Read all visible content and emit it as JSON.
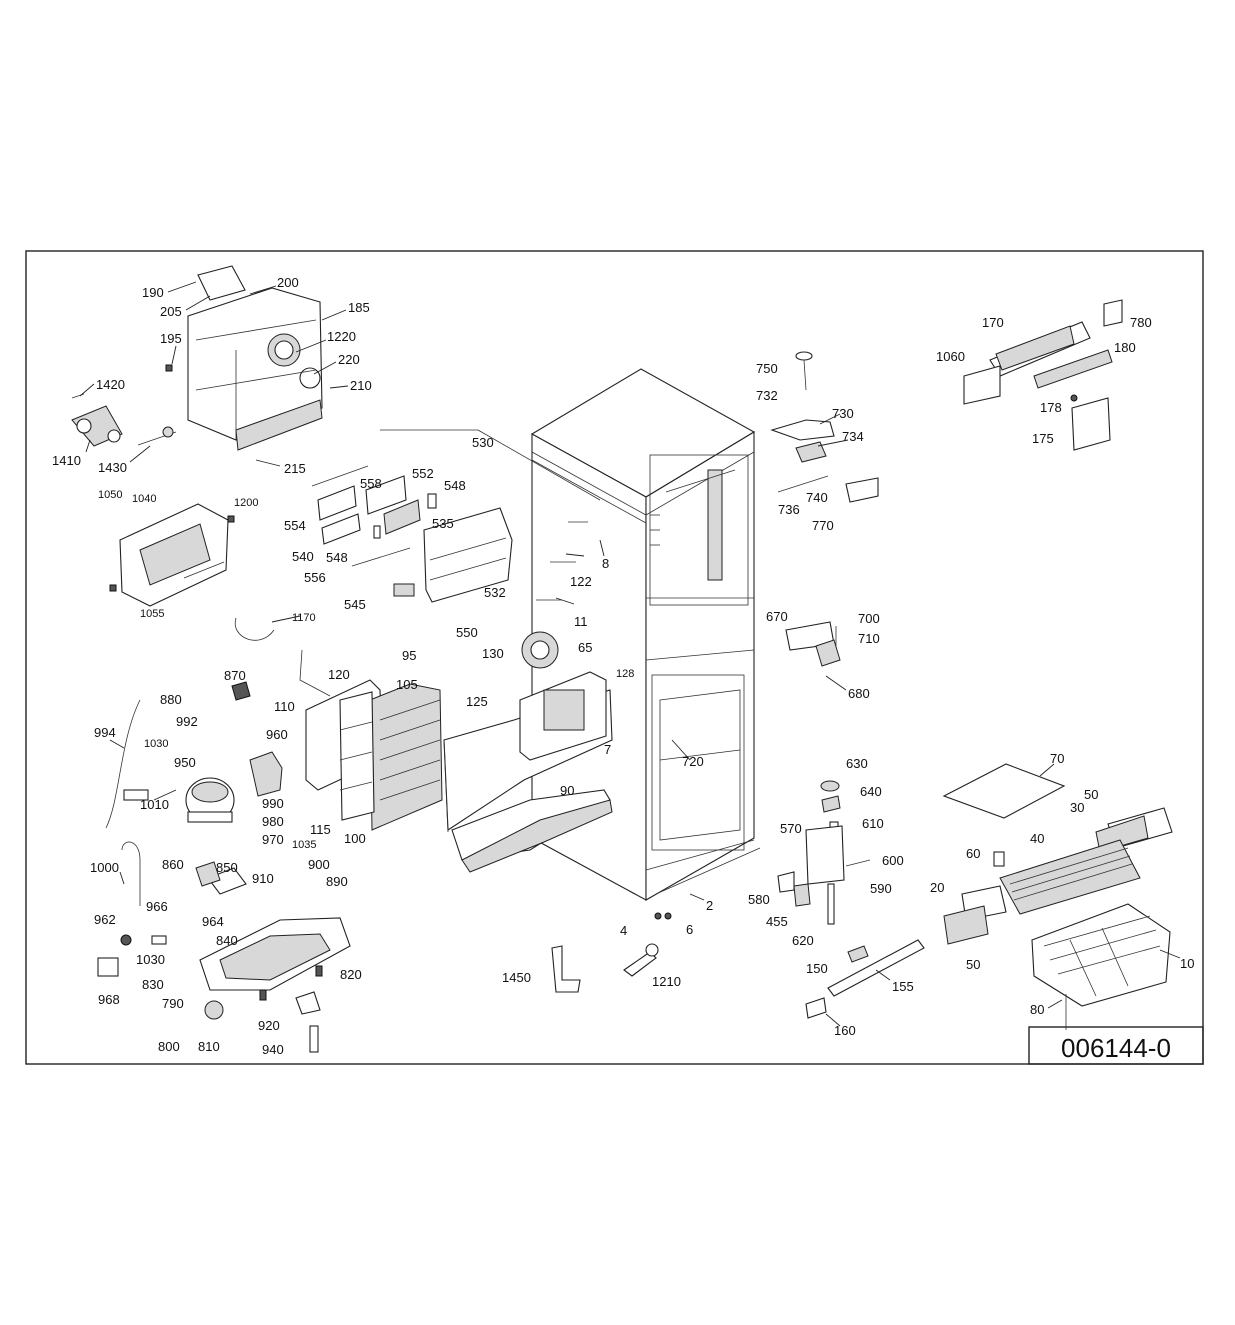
{
  "drawing_number": "006144-0",
  "part_labels": [
    {
      "id": "190",
      "text": "190"
    },
    {
      "id": "205",
      "text": "205"
    },
    {
      "id": "200",
      "text": "200"
    },
    {
      "id": "185",
      "text": "185"
    },
    {
      "id": "195",
      "text": "195"
    },
    {
      "id": "1220",
      "text": "1220"
    },
    {
      "id": "220",
      "text": "220"
    },
    {
      "id": "210",
      "text": "210"
    },
    {
      "id": "1420",
      "text": "1420"
    },
    {
      "id": "1410",
      "text": "1410"
    },
    {
      "id": "1430",
      "text": "1430"
    },
    {
      "id": "215",
      "text": "215"
    },
    {
      "id": "530",
      "text": "530"
    },
    {
      "id": "558",
      "text": "558"
    },
    {
      "id": "552",
      "text": "552"
    },
    {
      "id": "548a",
      "text": "548"
    },
    {
      "id": "554",
      "text": "554"
    },
    {
      "id": "535",
      "text": "535"
    },
    {
      "id": "540",
      "text": "540"
    },
    {
      "id": "548b",
      "text": "548"
    },
    {
      "id": "556",
      "text": "556"
    },
    {
      "id": "545",
      "text": "545"
    },
    {
      "id": "550",
      "text": "550"
    },
    {
      "id": "532",
      "text": "532"
    },
    {
      "id": "8",
      "text": "8"
    },
    {
      "id": "122",
      "text": "122"
    },
    {
      "id": "11",
      "text": "11"
    },
    {
      "id": "1050",
      "text": "1050"
    },
    {
      "id": "1040",
      "text": "1040"
    },
    {
      "id": "1200",
      "text": "1200"
    },
    {
      "id": "1055",
      "text": "1055"
    },
    {
      "id": "1170",
      "text": "1170"
    },
    {
      "id": "120",
      "text": "120"
    },
    {
      "id": "95",
      "text": "95"
    },
    {
      "id": "130",
      "text": "130"
    },
    {
      "id": "65",
      "text": "65"
    },
    {
      "id": "128",
      "text": "128"
    },
    {
      "id": "870",
      "text": "870"
    },
    {
      "id": "880",
      "text": "880"
    },
    {
      "id": "110",
      "text": "110"
    },
    {
      "id": "105",
      "text": "105"
    },
    {
      "id": "125",
      "text": "125"
    },
    {
      "id": "994",
      "text": "994"
    },
    {
      "id": "992",
      "text": "992"
    },
    {
      "id": "960",
      "text": "960"
    },
    {
      "id": "1030a",
      "text": "1030"
    },
    {
      "id": "950",
      "text": "950"
    },
    {
      "id": "1010",
      "text": "1010"
    },
    {
      "id": "990",
      "text": "990"
    },
    {
      "id": "980",
      "text": "980"
    },
    {
      "id": "970",
      "text": "970"
    },
    {
      "id": "1035",
      "text": "1035"
    },
    {
      "id": "115",
      "text": "115"
    },
    {
      "id": "100",
      "text": "100"
    },
    {
      "id": "90",
      "text": "90"
    },
    {
      "id": "7",
      "text": "7"
    },
    {
      "id": "720",
      "text": "720"
    },
    {
      "id": "1000",
      "text": "1000"
    },
    {
      "id": "860",
      "text": "860"
    },
    {
      "id": "850",
      "text": "850"
    },
    {
      "id": "900",
      "text": "900"
    },
    {
      "id": "910",
      "text": "910"
    },
    {
      "id": "890",
      "text": "890"
    },
    {
      "id": "966",
      "text": "966"
    },
    {
      "id": "962",
      "text": "962"
    },
    {
      "id": "964",
      "text": "964"
    },
    {
      "id": "840",
      "text": "840"
    },
    {
      "id": "1030b",
      "text": "1030"
    },
    {
      "id": "830",
      "text": "830"
    },
    {
      "id": "820",
      "text": "820"
    },
    {
      "id": "968",
      "text": "968"
    },
    {
      "id": "790",
      "text": "790"
    },
    {
      "id": "920",
      "text": "920"
    },
    {
      "id": "800",
      "text": "800"
    },
    {
      "id": "810",
      "text": "810"
    },
    {
      "id": "940",
      "text": "940"
    },
    {
      "id": "1450",
      "text": "1450"
    },
    {
      "id": "1210",
      "text": "1210"
    },
    {
      "id": "2",
      "text": "2"
    },
    {
      "id": "4",
      "text": "4"
    },
    {
      "id": "6",
      "text": "6"
    },
    {
      "id": "750",
      "text": "750"
    },
    {
      "id": "732",
      "text": "732"
    },
    {
      "id": "730",
      "text": "730"
    },
    {
      "id": "734",
      "text": "734"
    },
    {
      "id": "740",
      "text": "740"
    },
    {
      "id": "736",
      "text": "736"
    },
    {
      "id": "770",
      "text": "770"
    },
    {
      "id": "670",
      "text": "670"
    },
    {
      "id": "700",
      "text": "700"
    },
    {
      "id": "710",
      "text": "710"
    },
    {
      "id": "680",
      "text": "680"
    },
    {
      "id": "630",
      "text": "630"
    },
    {
      "id": "640",
      "text": "640"
    },
    {
      "id": "610",
      "text": "610"
    },
    {
      "id": "570",
      "text": "570"
    },
    {
      "id": "600",
      "text": "600"
    },
    {
      "id": "590",
      "text": "590"
    },
    {
      "id": "580",
      "text": "580"
    },
    {
      "id": "455",
      "text": "455"
    },
    {
      "id": "620",
      "text": "620"
    },
    {
      "id": "150",
      "text": "150"
    },
    {
      "id": "155",
      "text": "155"
    },
    {
      "id": "160",
      "text": "160"
    },
    {
      "id": "170",
      "text": "170"
    },
    {
      "id": "780",
      "text": "780"
    },
    {
      "id": "1060",
      "text": "1060"
    },
    {
      "id": "180",
      "text": "180"
    },
    {
      "id": "178",
      "text": "178"
    },
    {
      "id": "175",
      "text": "175"
    },
    {
      "id": "70",
      "text": "70"
    },
    {
      "id": "50a",
      "text": "50"
    },
    {
      "id": "30",
      "text": "30"
    },
    {
      "id": "40",
      "text": "40"
    },
    {
      "id": "60",
      "text": "60"
    },
    {
      "id": "20",
      "text": "20"
    },
    {
      "id": "50b",
      "text": "50"
    },
    {
      "id": "10",
      "text": "10"
    },
    {
      "id": "80",
      "text": "80"
    }
  ]
}
